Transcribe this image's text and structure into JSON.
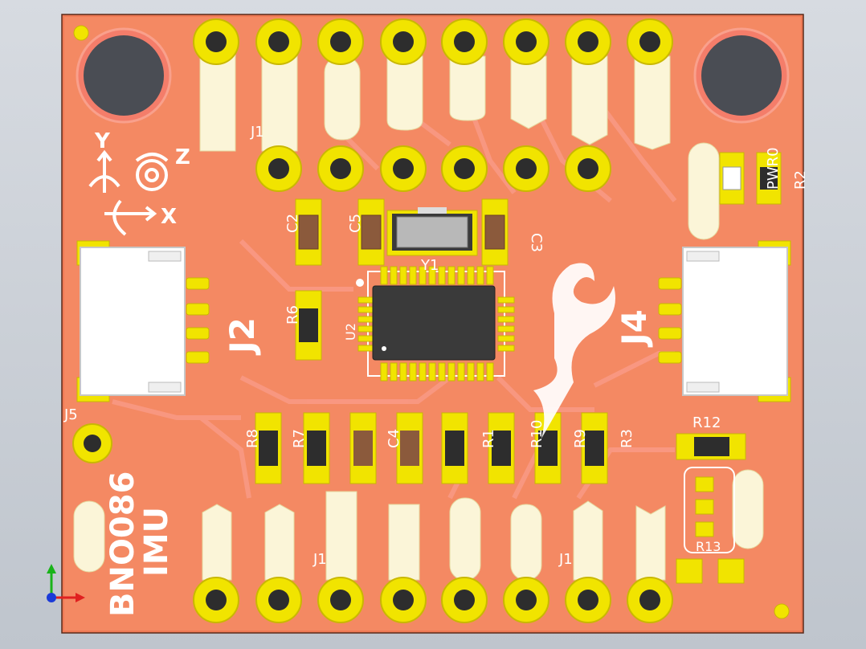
{
  "board": {
    "product_name": "BNO086",
    "product_sub": "IMU",
    "colors": {
      "background": "#c9ced6",
      "board": "#f2885c",
      "copper": "#f77a6b",
      "pad": "#f1e400",
      "hole": "#2d2d2d",
      "silkscreen": "#ffffff",
      "fab_body": "#fbf5d8",
      "ic_body": "#3c3c3c",
      "cap_body": "#8b5a3c"
    }
  },
  "components": {
    "J2": "J2",
    "J4": "J4",
    "J5": "J5",
    "J1_top": "J1",
    "J1_bottom": "J1",
    "J1_bottom_right": "J1",
    "U2": "U2",
    "Y1": "Y1",
    "C2": "C2",
    "C5": "C5",
    "C3": "C3",
    "C4": "C4",
    "R6": "R6",
    "R8": "R8",
    "R7": "R7",
    "R1": "R1",
    "R10": "R10",
    "R9": "R9",
    "R3": "R3",
    "R12": "R12",
    "R13": "R13",
    "PWR0": "PWR0",
    "R2": "R2"
  },
  "axes": {
    "y": "Y",
    "z": "Z",
    "x": "X"
  },
  "icons": [
    "mounting-hole-icon",
    "logo-icon",
    "axis-triad-icon"
  ]
}
